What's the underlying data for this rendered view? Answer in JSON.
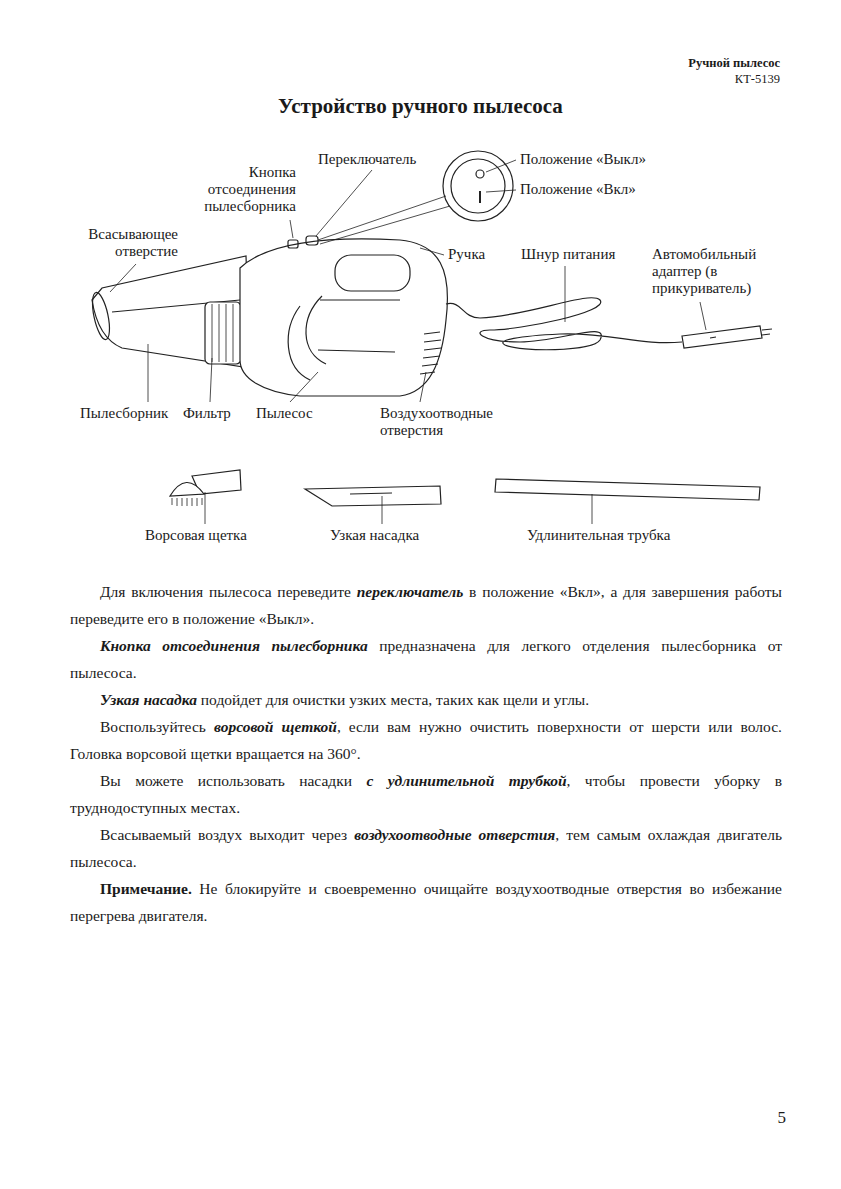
{
  "diagram": {
    "title": "Устройство ручного пылесоса",
    "labels": [
      "Ручной пылесос",
      "КТ-5139",
      "Переключатель",
      "Положение «Выкл»",
      "Положение «Вкл»",
      "Кнопка отсоединения пылесборника",
      "Всасывающее отверстие",
      "Ручка",
      "Шнур питания",
      "Автомобильный адаптер (в прикуриватель)",
      "Пылесборник",
      "Фильтр",
      "Пылесос",
      "Воздухоотводные отверстия",
      "Ворсовая щетка",
      "Узкая насадка",
      "Удлинительная трубка",
      "Для включения пылесоса переведите ",
      "переключатель",
      " в положение «Вкл», а для завершения работы переведите его в положение «Выкл».",
      "Кнопка отсоединения пылесборника",
      " предназначена для легкого отделения пылесборника от пылесоса.",
      "Узкая насадка",
      " подойдет для очистки узких места, таких как щели и углы.",
      "Воспользуйтесь ",
      "ворсовой щеткой",
      ", если вам нужно очистить поверхности от шерсти или волос. Головка ворсовой щетки вращается на 360°.",
      "Вы можете использовать насадки ",
      "с удлинительной трубкой",
      ", чтобы провести уборку в труднодоступных местах.",
      "Всасываемый воздух выходит через ",
      "воздухоотводные отверстия",
      ", тем самым охлаждая двигатель пылесоса.",
      "Примечание.",
      " Не блокируйте и своевременно очищайте воздухоотводные отверстия во избежание перегрева двигателя.",
      "5"
    ]
  }
}
